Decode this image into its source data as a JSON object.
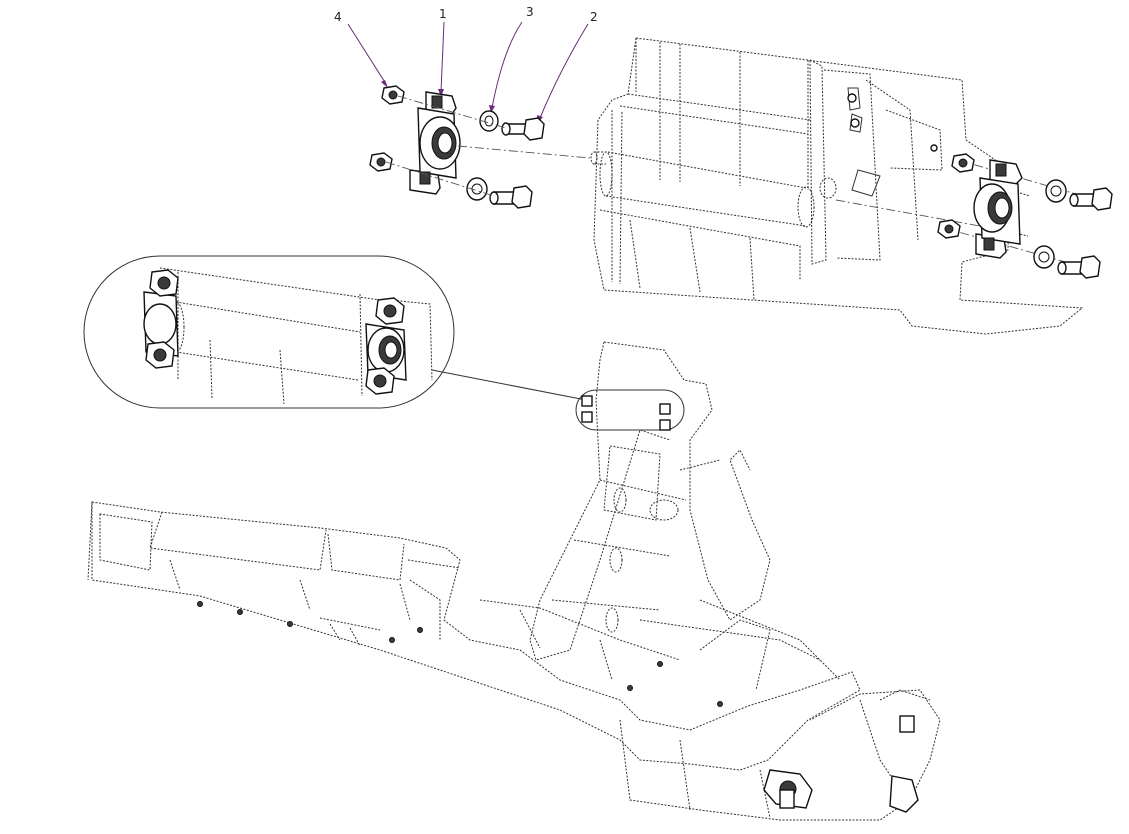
{
  "colors": {
    "leader": "#6b2a7a",
    "line": "#333333",
    "hardware": "#111111",
    "label": "#222222"
  },
  "callouts": [
    {
      "id": "4",
      "label": "4"
    },
    {
      "id": "1",
      "label": "1"
    },
    {
      "id": "3",
      "label": "3"
    },
    {
      "id": "2",
      "label": "2"
    }
  ]
}
